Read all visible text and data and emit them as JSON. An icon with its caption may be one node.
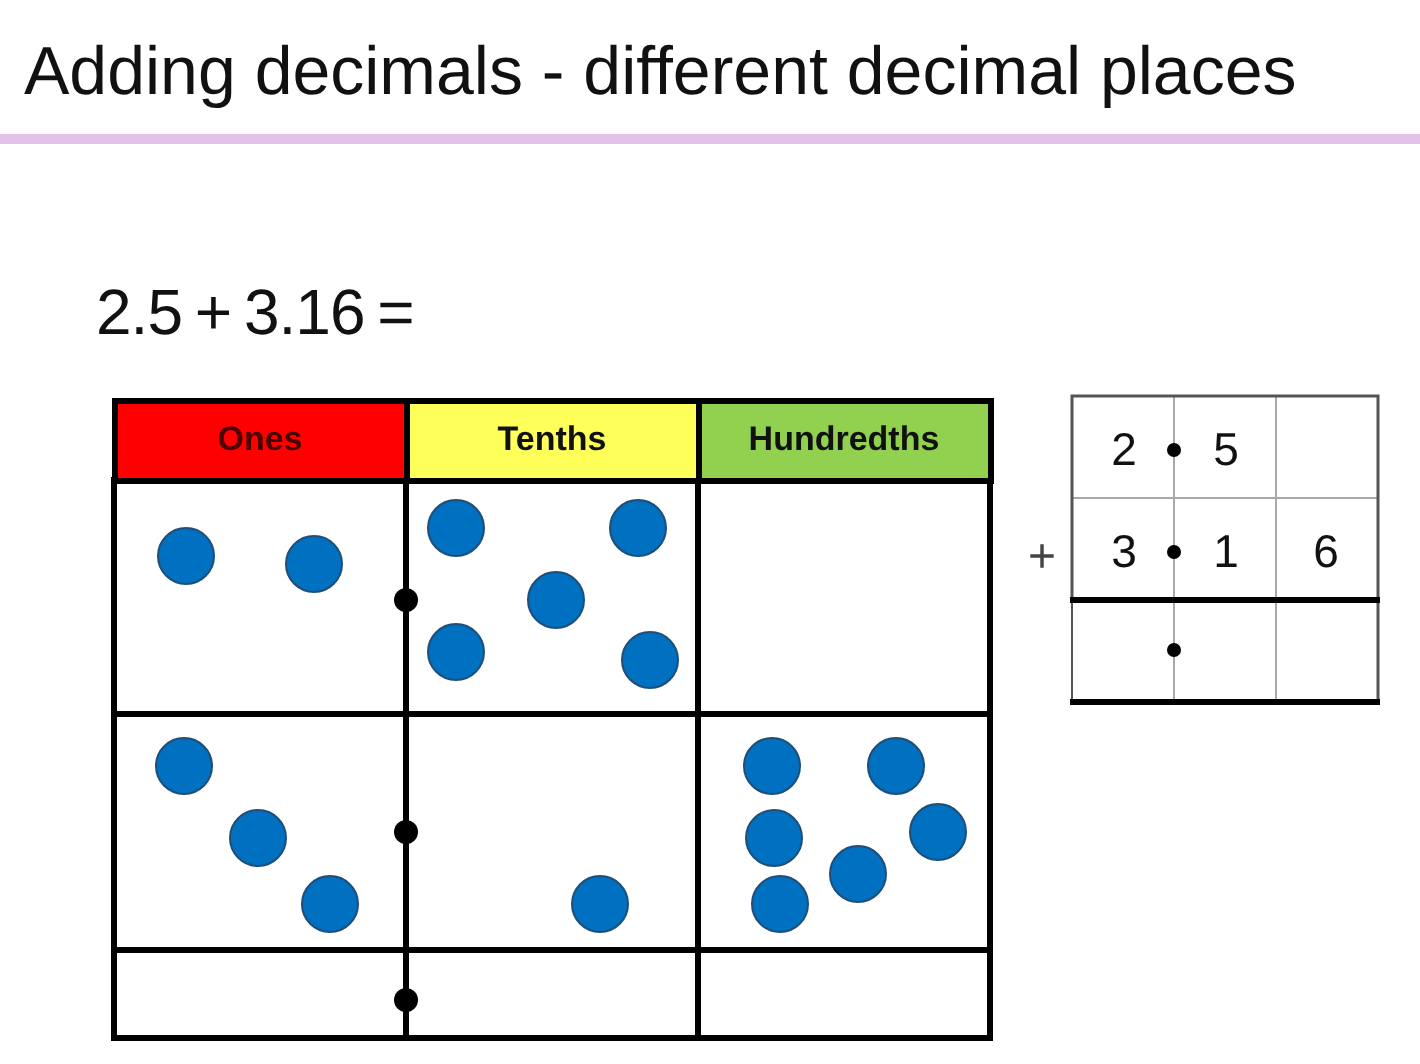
{
  "diagram": {
    "title": "Adding decimals - different decimal places",
    "nodes": [
      {
        "text": [
          "Ones"
        ]
      },
      {
        "text": [
          "Tenths"
        ]
      },
      {
        "text": [
          "Hundredths"
        ]
      }
    ],
    "labels": [
      "2.5 + 3.16 =",
      "2",
      "5",
      "+",
      "3",
      "1",
      "6"
    ]
  }
}
